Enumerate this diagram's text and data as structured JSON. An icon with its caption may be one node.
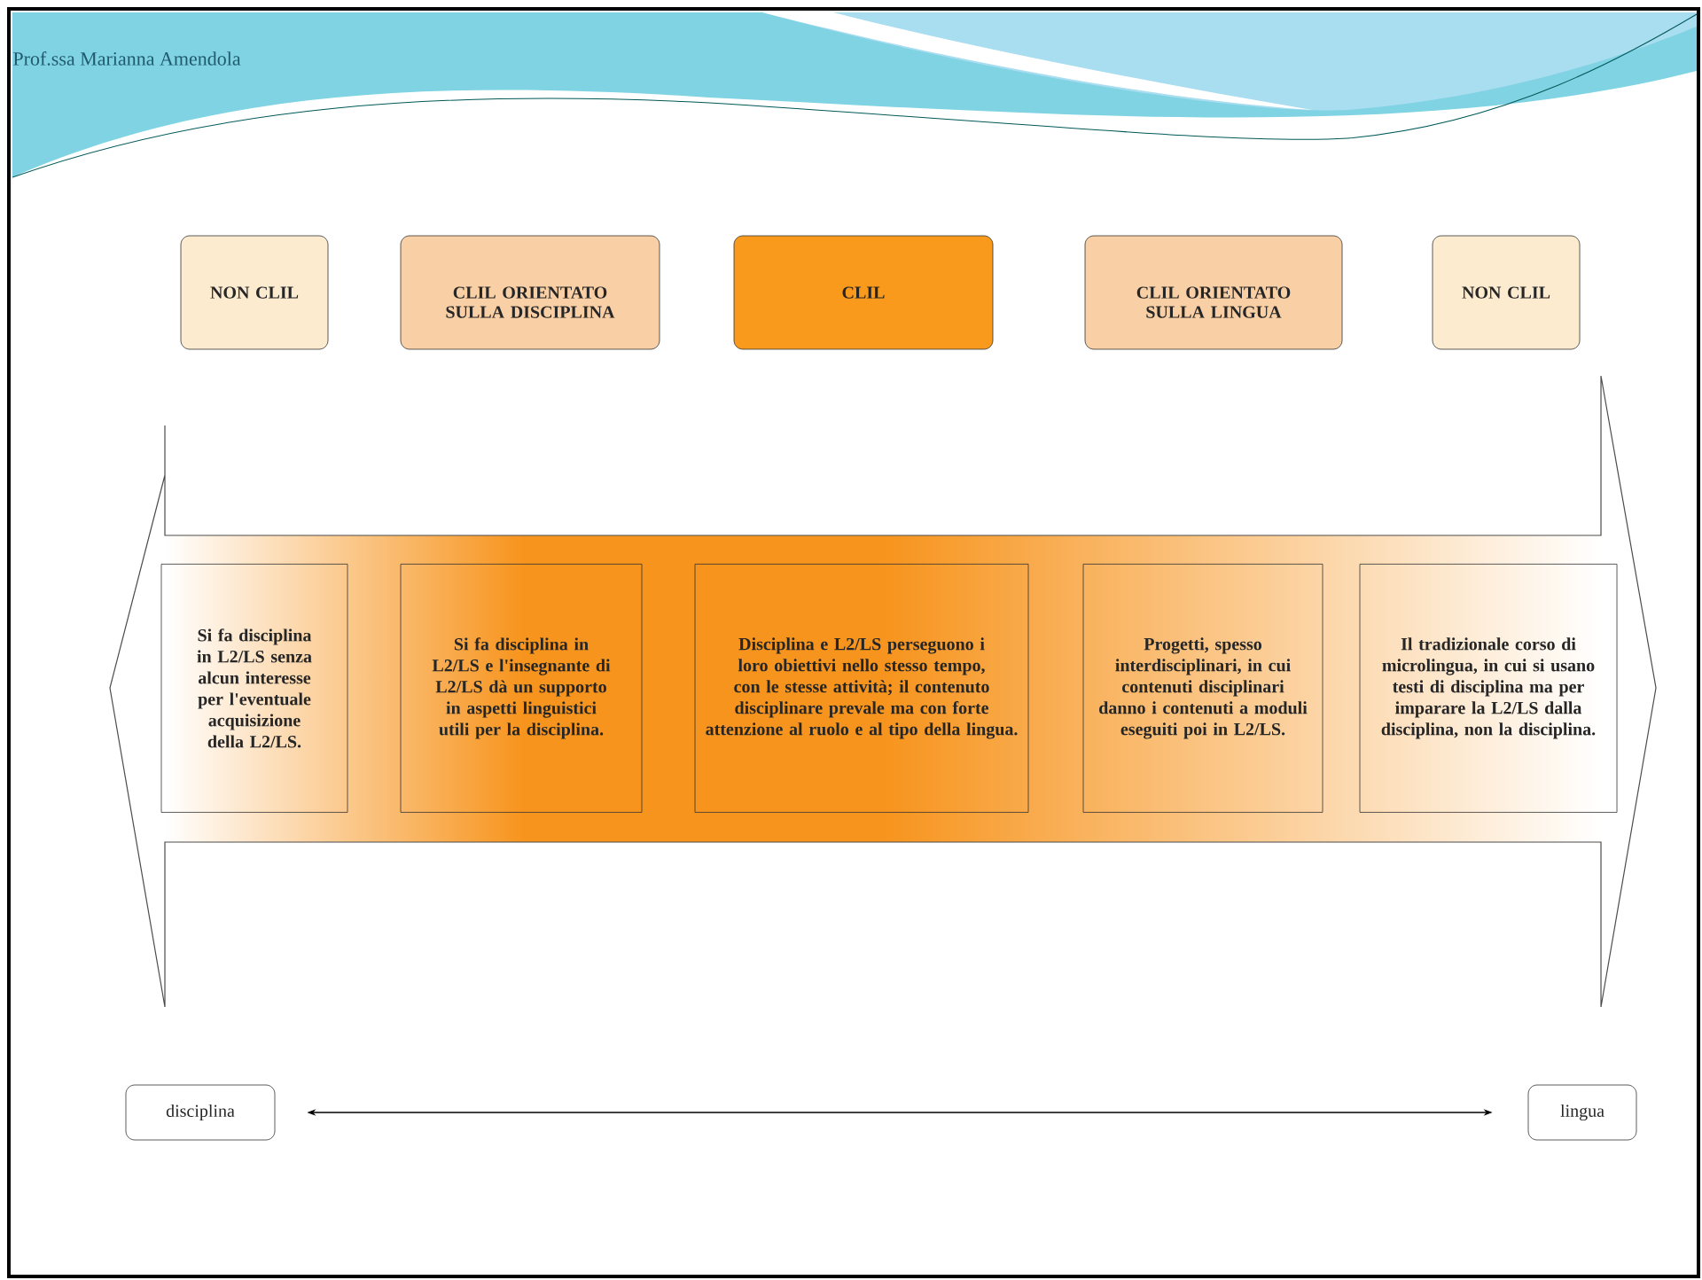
{
  "diagram": {
    "nodes": [
      {
        "text": [
          "NON CLIL"
        ]
      },
      {
        "text": [
          "CLIL ORIENTATO SULLA DISCIPLINA"
        ]
      },
      {
        "text": [
          "CLIL"
        ]
      },
      {
        "text": [
          "CLIL ORIENTATO SULLA LINGUA"
        ]
      },
      {
        "text": [
          "NON CLIL"
        ]
      },
      {
        "text": [
          "Si fa disciplina in L2/LS senza alcun interesse per l'eventuale acquisizione della L2/LS."
        ]
      },
      {
        "text": [
          "Si fa disciplina in L2/LS e l'insegnante di L2/LS dà un supporto in aspetti linguistici utili per la disciplina."
        ]
      },
      {
        "text": [
          "Disciplina e L2/LS perseguono i loro obiettivi nello stesso tempo, con le stesse attività; il contenuto disciplinare prevale ma con forte attenzione al ruolo e al tipo della lingua."
        ]
      },
      {
        "text": [
          "Progetti, spesso interdisciplinari, in cui contenuti disciplinari danno i contenuti a moduli eseguiti poi in L2/LS."
        ]
      },
      {
        "text": [
          "Il tradizionale corso di microlingua, in cui si usano testi di disciplina ma per imparare la L2/LS dalla disciplina, non la disciplina."
        ]
      },
      {
        "text": [
          "disciplina"
        ]
      },
      {
        "text": [
          "lingua"
        ]
      }
    ],
    "edges": [
      {
        "from": 10,
        "to": 11,
        "arrow": "both"
      }
    ],
    "labels": [
      "Prof.ssa Marianna Amendola"
    ]
  }
}
